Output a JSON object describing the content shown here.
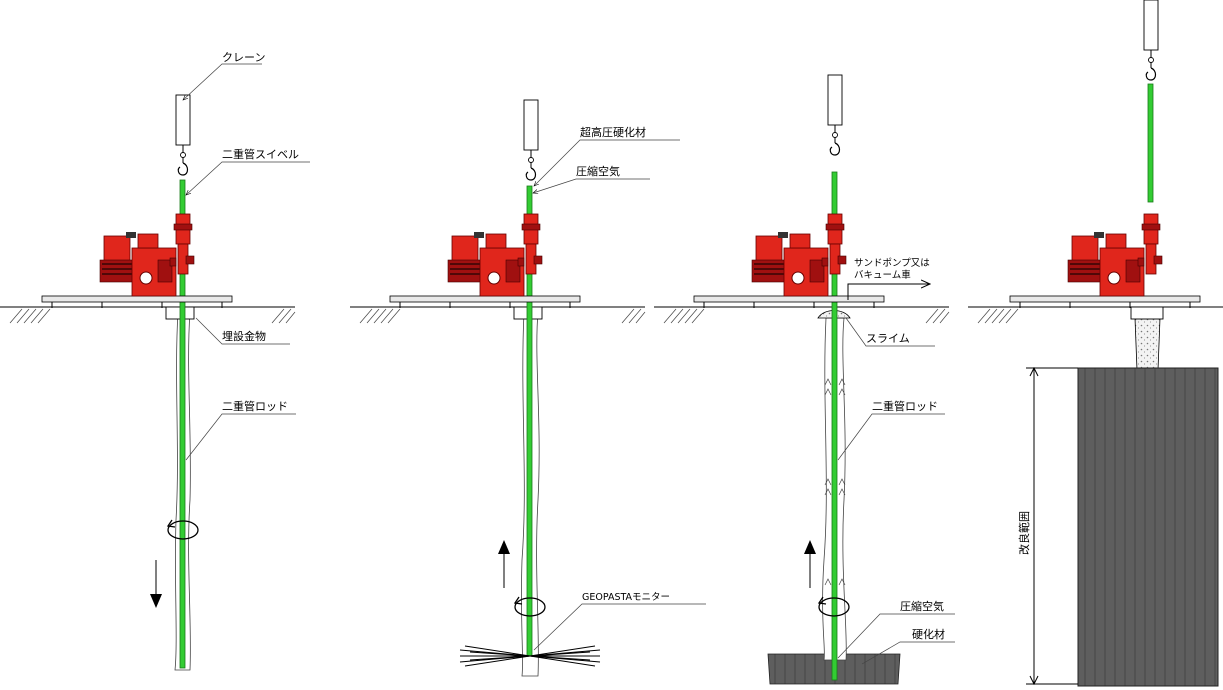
{
  "stages": [
    {
      "labels": {
        "crane": "クレーン",
        "swivel": "二重管スイベル",
        "buried": "埋設金物",
        "rod": "二重管ロッド"
      }
    },
    {
      "labels": {
        "hardener": "超高圧硬化材",
        "air": "圧縮空気",
        "monitor": "GEOPASTAモニター"
      }
    },
    {
      "labels": {
        "pump_line1": "サンドポンプ又は",
        "pump_line2": "バキューム車",
        "slime": "スライム",
        "rod": "二重管ロッド",
        "air": "圧縮空気",
        "hardener": "硬化材"
      }
    },
    {
      "labels": {
        "range": "改良範囲"
      }
    }
  ],
  "colors": {
    "rod": "#33cc33",
    "machine": "#e0261c",
    "column": "#5e5e5e"
  },
  "icons": [
    "crane-hook-icon",
    "rotation-arrow-icon",
    "direction-arrow-icon",
    "hatching-ground-icon"
  ]
}
